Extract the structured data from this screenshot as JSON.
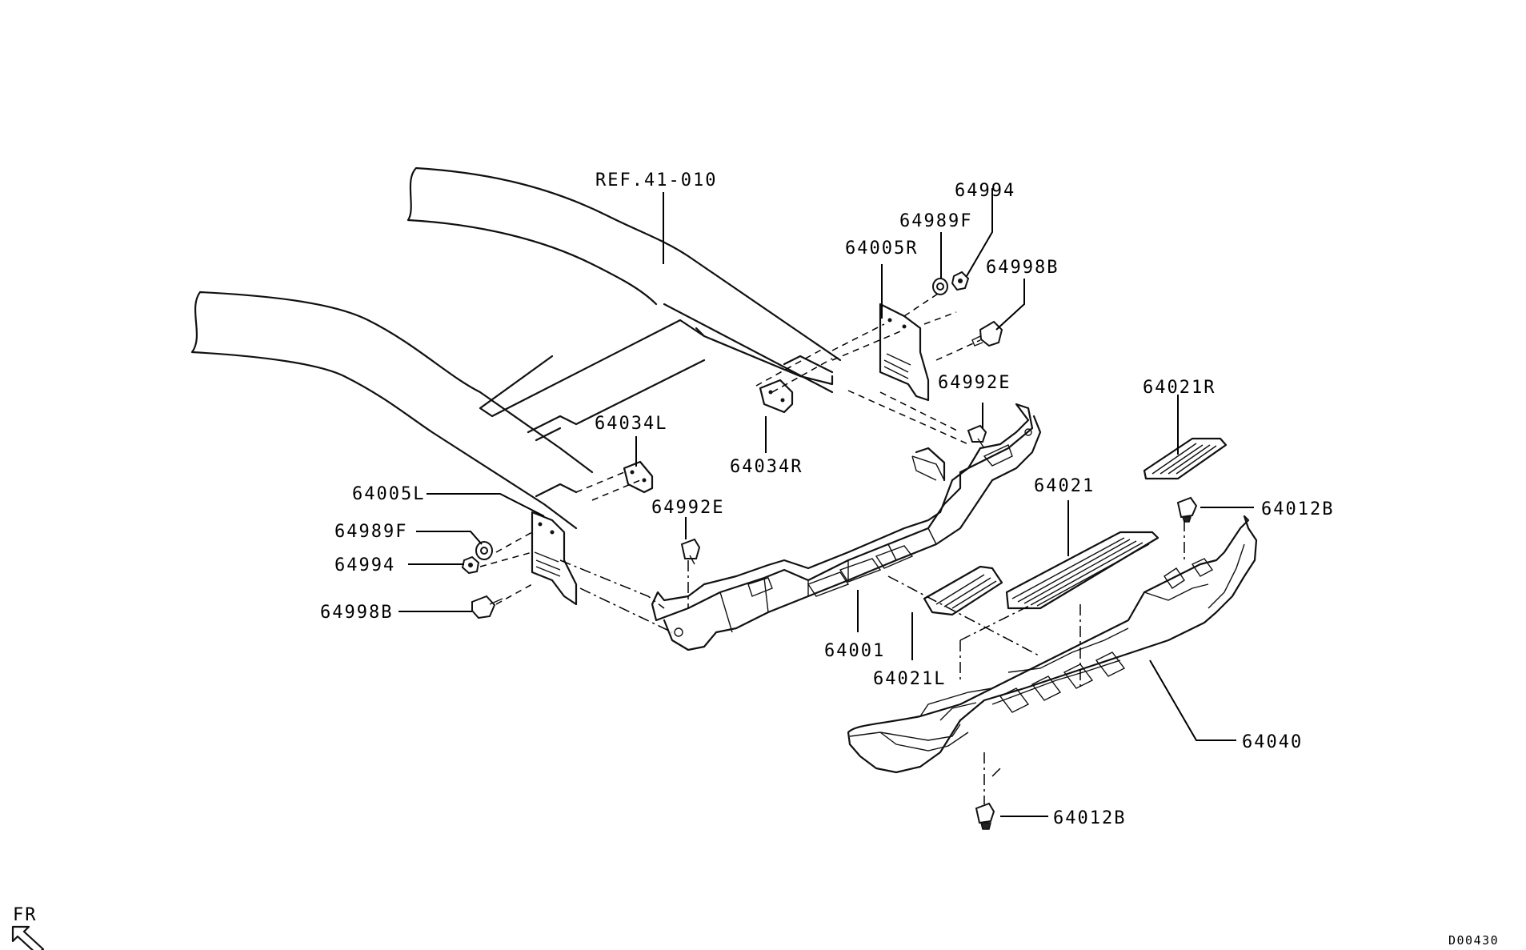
{
  "diagram": {
    "id_code": "D00430",
    "direction_label": "FR",
    "labels": {
      "ref": "REF.41-010",
      "p64994_r": "64994",
      "p64989F_r": "64989F",
      "p64005R": "64005R",
      "p64998B_r": "64998B",
      "p64992E_r": "64992E",
      "p64034R": "64034R",
      "p64034L": "64034L",
      "p64005L": "64005L",
      "p64989F_l": "64989F",
      "p64994_l": "64994",
      "p64998B_l": "64998B",
      "p64992E_l": "64992E",
      "p64021R": "64021R",
      "p64012B_top": "64012B",
      "p64021": "64021",
      "p64001": "64001",
      "p64021L": "64021L",
      "p64040": "64040",
      "p64012B_bottom": "64012B"
    }
  }
}
